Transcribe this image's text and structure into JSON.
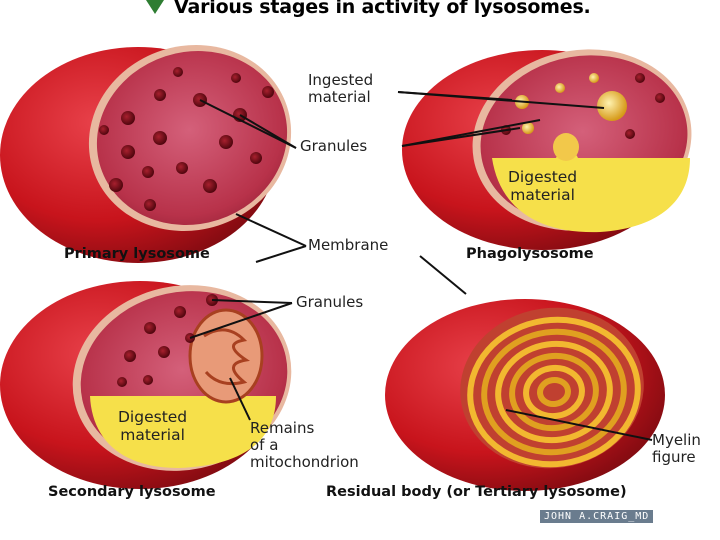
{
  "title": "Various stages in activity of lysosomes.",
  "captions": {
    "primary": "Primary lysosome",
    "phago": "Phagolysosome",
    "secondary": "Secondary lysosome",
    "residual": "Residual body (or Tertiary lysosome)"
  },
  "callouts": {
    "ingested_line1": "Ingested",
    "ingested_line2": "material",
    "granules_top": "Granules",
    "membrane": "Membrane",
    "granules_bottom": "Granules",
    "remains_line1": "Remains",
    "remains_line2": "of a",
    "remains_line3": "mitochondrion",
    "myelin_line1": "Myelin",
    "myelin_line2": "figure"
  },
  "inner_labels": {
    "phago_digested_line1": "Digested",
    "phago_digested_line2": "material",
    "secondary_digested_line1": "Digested",
    "secondary_digested_line2": "material"
  },
  "signature": "JOHN A.CRAIG_MD",
  "colors": {
    "outer_red": "#c8141c",
    "inner_pink": "#c03a50",
    "granule": "#6a0a16",
    "yellow": "#f6e04a",
    "gold": "#e0a020",
    "title_icon": "#2e7d32"
  }
}
